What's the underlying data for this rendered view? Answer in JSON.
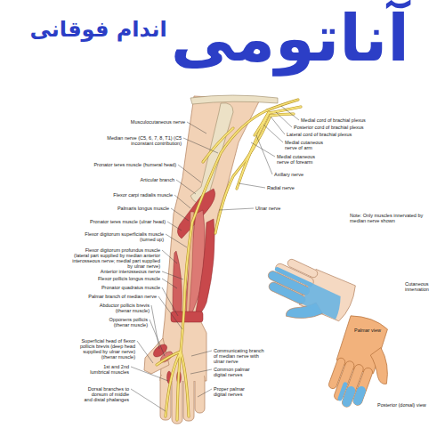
{
  "diagram": {
    "title": "آناتومی",
    "labels": [
      "اندام فوقانی",
      "Musculocutaneous nerve",
      "Median nerve (C5, 6, 7, 8, T1) (C5 inconstant contribution)",
      "Medial cord of brachial plexus",
      "Posterior cord of brachial plexus",
      "Lateral cord of brachial plexus",
      "Medial cutaneous nerve of arm",
      "Medial cutaneous nerve of forearm",
      "Pronator teres muscle (humeral head)",
      "Axillary nerve",
      "Articular branch",
      "Radial nerve",
      "Flexor carpi radialis muscle",
      "Palmaris longus muscle",
      "Ulnar nerve",
      "Note: Only muscles innervated by median nerve shown",
      "Pronator teres muscle (ulnar head)",
      "Flexor digitorum superficialis muscle (turned up)",
      "Flexor digitorum profundus muscle (lateral part supplied by median anterior interosseous nerve; medial part supplied by ulnar nerve)",
      "Anterior interosseous nerve",
      "Flexor pollicis longus muscle",
      "Cutaneous innervation",
      "Pronator quadratus muscle",
      "Palmar branch of median nerve",
      "Abductor pollicis brevis (thenar muscle)",
      "Opponens pollicis (thenar muscle)",
      "Palmar view",
      "Superficial head of flexor pollicis brevis (deep head supplied by ulnar nerve) (thenar muscle)",
      "Communicating branch of median nerve with ulnar nerve",
      "1st and 2nd lumbrical muscles",
      "Common palmar digital nerves",
      "Proper palmar digital nerves",
      "Dorsal branches to dorsum of middle and distal phalanges",
      "Posterior (dorsal) view"
    ]
  }
}
